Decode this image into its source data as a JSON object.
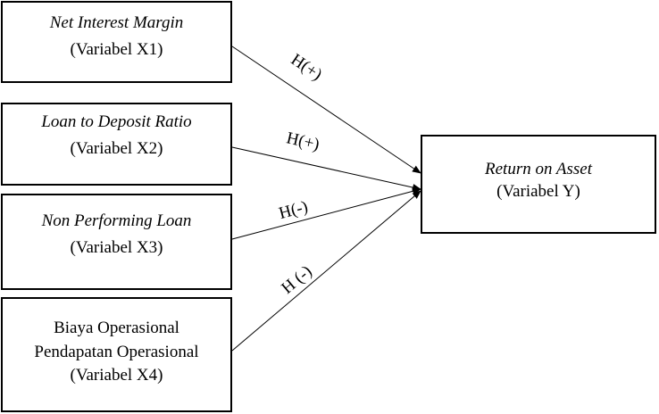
{
  "variables": {
    "x1": {
      "name": "Net Interest Margin",
      "code": "(Variabel X1)"
    },
    "x2": {
      "name": "Loan to Deposit Ratio",
      "code": "(Variabel X2)"
    },
    "x3": {
      "name": "Non Performing Loan",
      "code": "(Variabel X3)"
    },
    "x4": {
      "name_line1": "Biaya Operasional",
      "name_line2": "Pendapatan Operasional",
      "code": "(Variabel X4)"
    },
    "y": {
      "name": "Return on Asset",
      "code": "(Variabel Y)"
    }
  },
  "hypotheses": {
    "h1": "H(+)",
    "h2": "H(+)",
    "h3": "H(-)",
    "h4": "H (-)"
  },
  "colors": {
    "stroke": "#000000",
    "background": "#ffffff"
  }
}
